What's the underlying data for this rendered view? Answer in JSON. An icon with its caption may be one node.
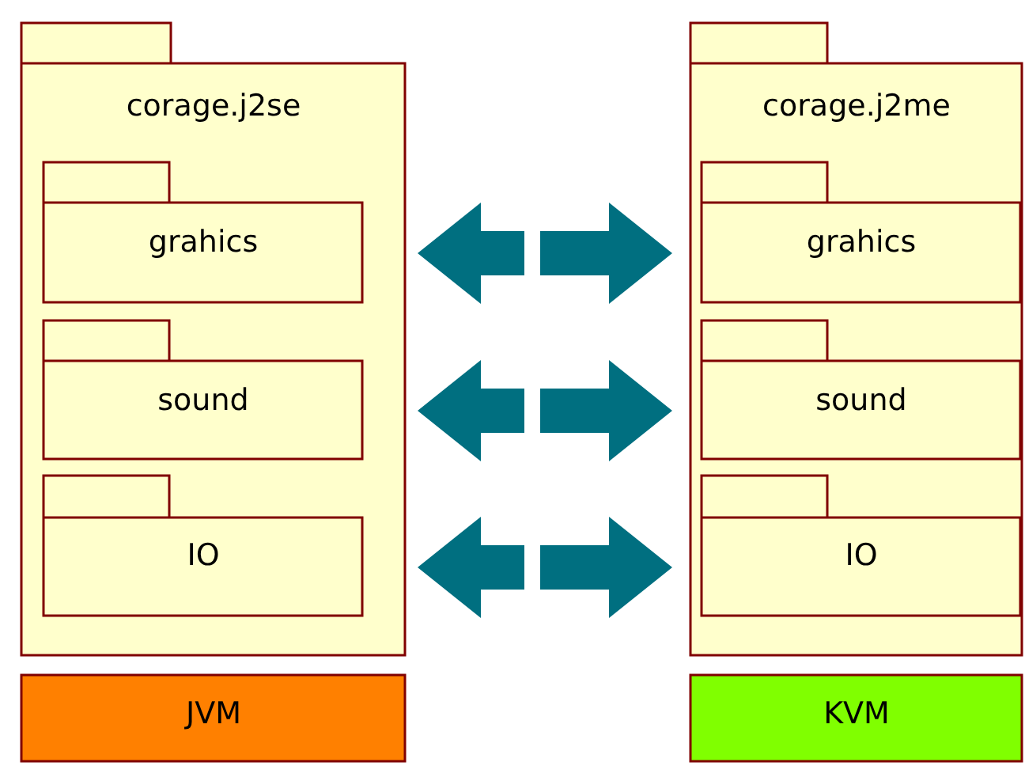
{
  "diagram": {
    "nodes": [
      {
        "text": [
          "corage.j2se"
        ]
      },
      {
        "text": [
          "grahics"
        ],
        "in": 0
      },
      {
        "text": [
          "sound"
        ],
        "in": 0
      },
      {
        "text": [
          "IO"
        ],
        "in": 0
      },
      {
        "text": [
          "JVM"
        ]
      },
      {
        "text": [
          "corage.j2me"
        ]
      },
      {
        "text": [
          "grahics"
        ],
        "in": 5
      },
      {
        "text": [
          "sound"
        ],
        "in": 5
      },
      {
        "text": [
          "IO"
        ],
        "in": 5
      },
      {
        "text": [
          "KVM"
        ]
      }
    ],
    "edges": [
      {
        "from": 1,
        "to": 6,
        "arrow": "both"
      },
      {
        "from": 2,
        "to": 7,
        "arrow": "both"
      },
      {
        "from": 3,
        "to": 8,
        "arrow": "both"
      }
    ]
  }
}
